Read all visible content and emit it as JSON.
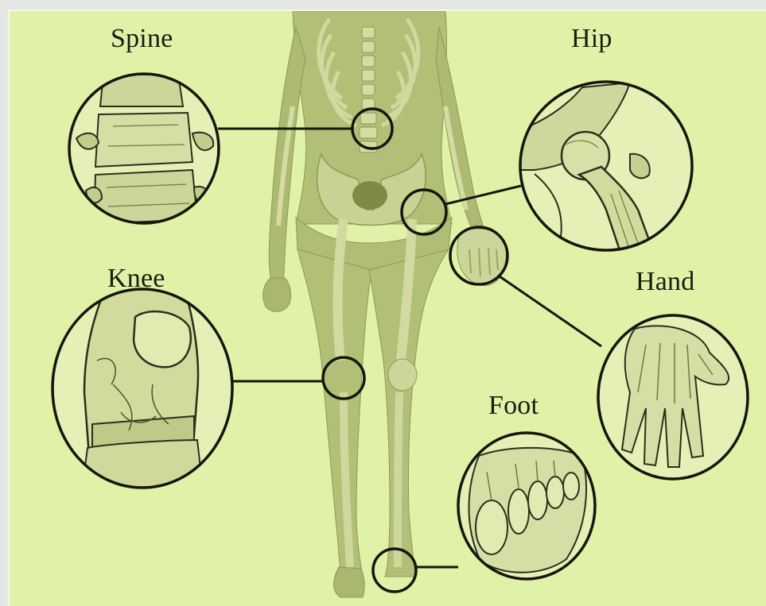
{
  "labels": {
    "spine": "Spine",
    "hip": "Hip",
    "knee": "Knee",
    "hand": "Hand",
    "foot": "Foot"
  },
  "colors": {
    "background": "#e0f2a8",
    "body_fill": "#b4c078",
    "bone": "#d2dba0",
    "outline": "#1c1f14"
  }
}
